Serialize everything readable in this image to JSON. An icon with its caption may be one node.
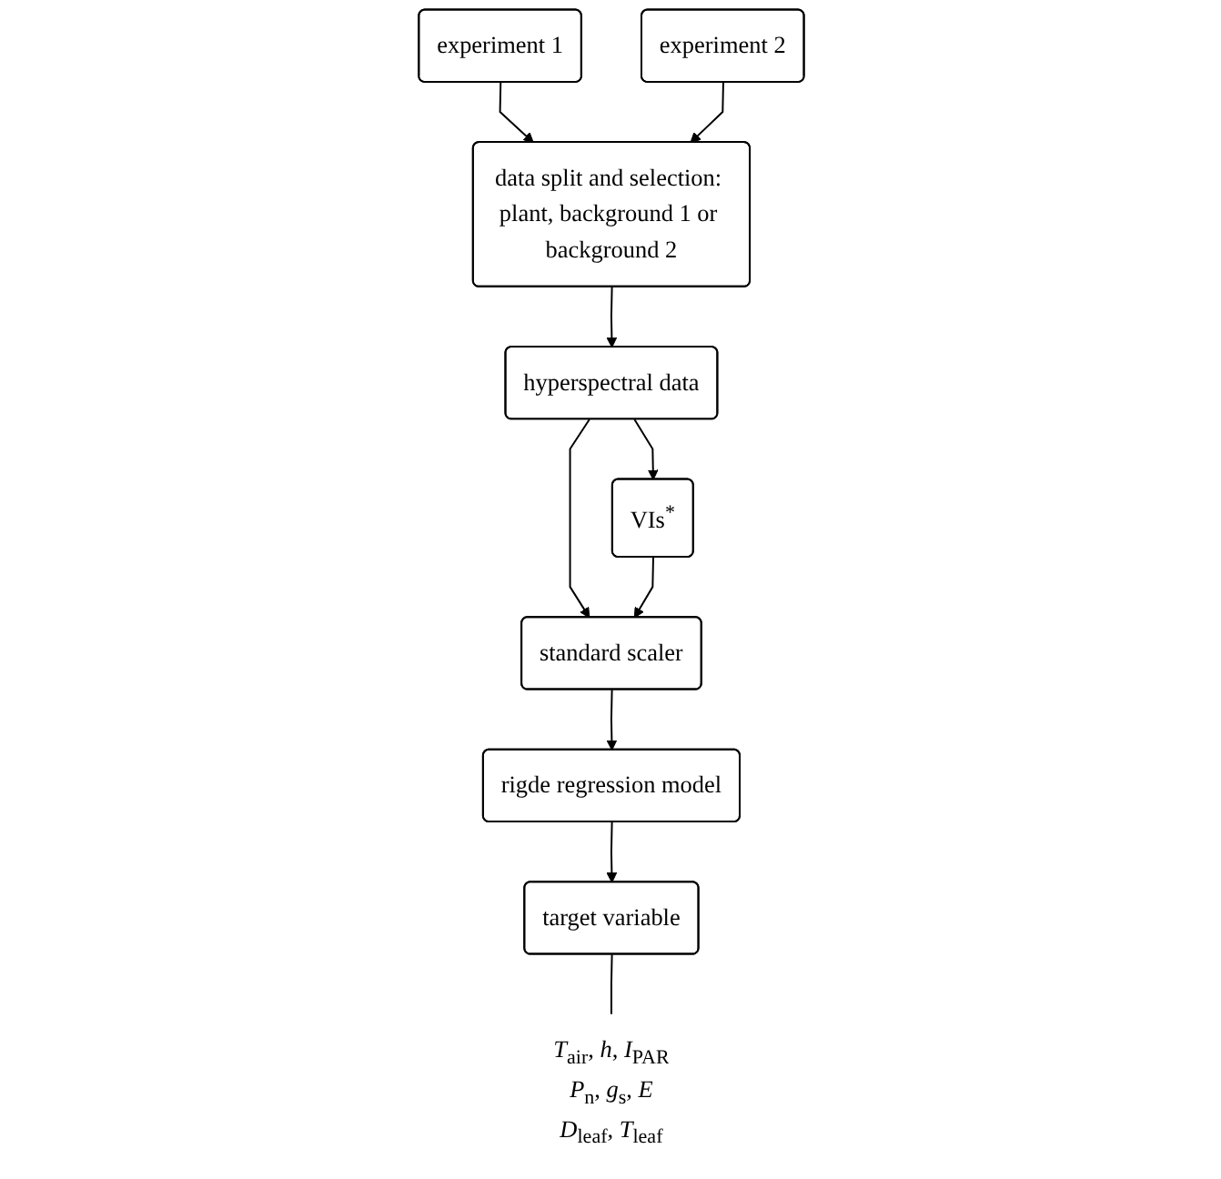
{
  "diagram": {
    "nodes": [
      {
        "text": [
          "experiment 1"
        ]
      },
      {
        "text": [
          "experiment 2"
        ]
      },
      {
        "text": [
          "data split and selection: plant, background 1 or background 2"
        ]
      },
      {
        "text": [
          "hyperspectral data"
        ]
      },
      {
        "text": [
          "VIs$^{*}$"
        ]
      },
      {
        "text": [
          "standard scaler"
        ]
      },
      {
        "text": [
          "rigde regression model"
        ]
      },
      {
        "text": [
          "target variable"
        ]
      },
      {
        "text": [
          "*T*$_{air}$, *h*, *I*$_{PAR}$",
          "*P*$_{n}$, *g*$_{s}$, *E*",
          "*D*$_{leaf}$, *T*$_{leaf}$"
        ]
      }
    ],
    "edges": [
      {
        "from": 0,
        "to": 2,
        "arrow": "to"
      },
      {
        "from": 1,
        "to": 2,
        "arrow": "to"
      },
      {
        "from": 2,
        "to": 3,
        "arrow": "to"
      },
      {
        "from": 3,
        "to": 5,
        "arrow": "to"
      },
      {
        "from": 3,
        "to": 4,
        "arrow": "to"
      },
      {
        "from": 4,
        "to": 5,
        "arrow": "to"
      },
      {
        "from": 5,
        "to": 6,
        "arrow": "to"
      },
      {
        "from": 6,
        "to": 7,
        "arrow": "to"
      },
      {
        "from": 7,
        "to": 8,
        "arrow": "none"
      }
    ]
  }
}
